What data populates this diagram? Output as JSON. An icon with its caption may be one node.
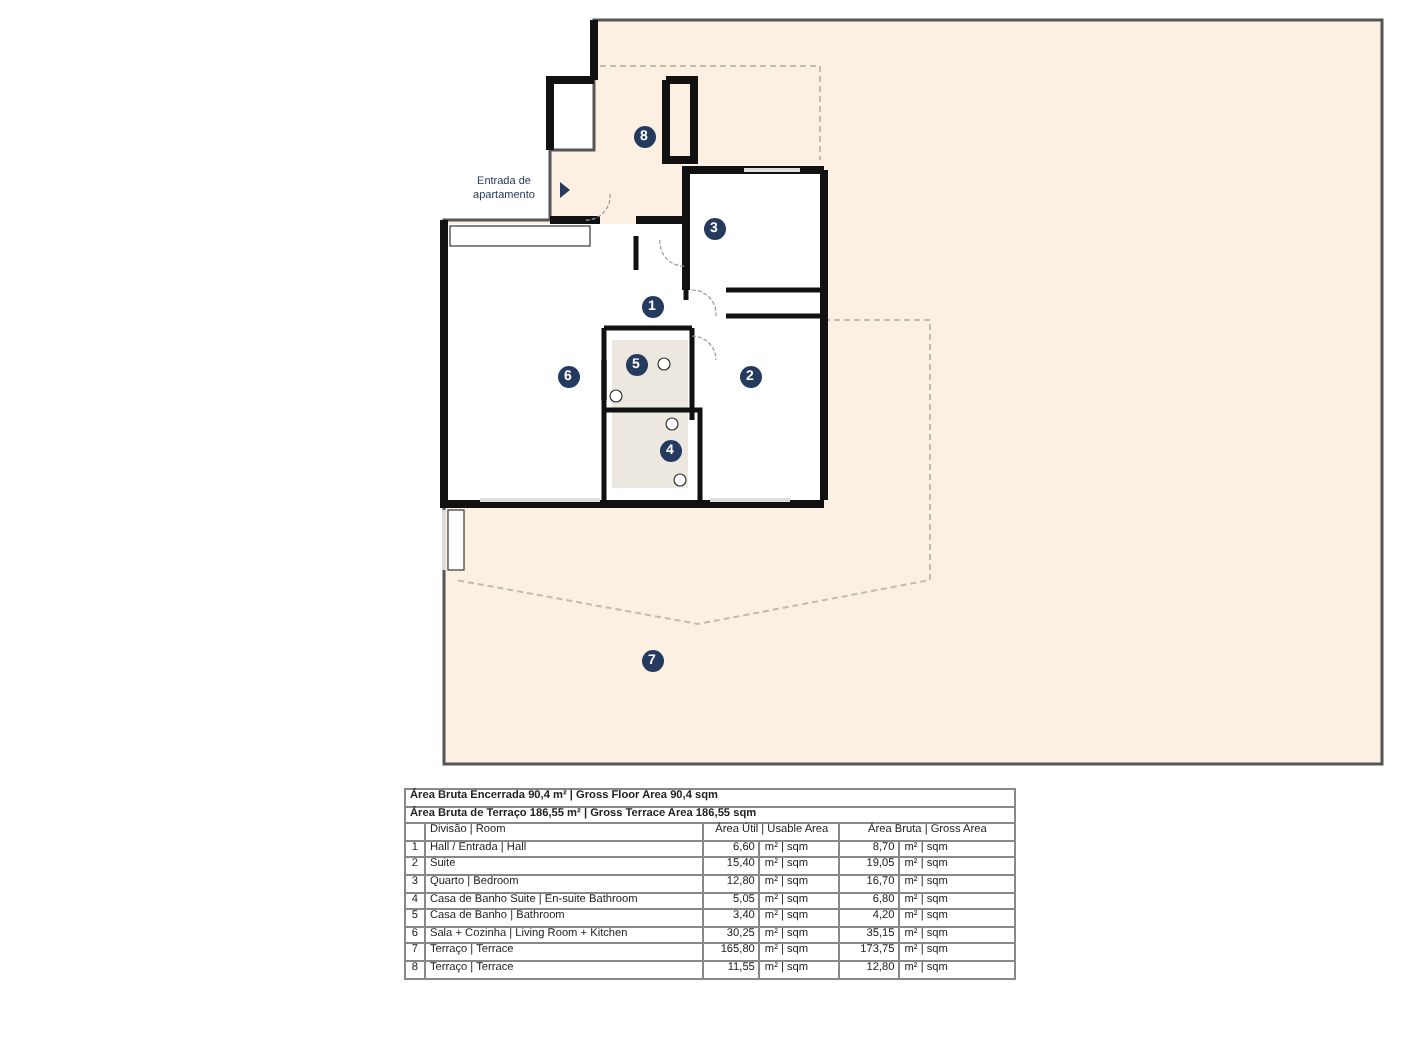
{
  "diagram": {
    "labels": [
      "Entrada de apartamento",
      "8",
      "3",
      "1",
      "6",
      "5",
      "2",
      "4",
      "7",
      "Área Bruta Encerrada 90,4  m² | Gross Floor Area 90,4 sqm",
      "Área Bruta de Terraço 186,55 m² | Gross Terrace Area 186,55 sqm",
      "Divisão | Room",
      "Área Útil | Usable Area",
      "Área Bruta | Gross Area",
      "1",
      "Hall / Entrada | Hall",
      "6,60",
      "m² | sqm",
      "8,70",
      "m² | sqm",
      "2",
      "Suite",
      "15,40",
      "m² | sqm",
      "19,05",
      "m² | sqm",
      "3",
      "Quarto | Bedroom",
      "12,80",
      "m² | sqm",
      "16,70",
      "m² | sqm",
      "4",
      "Casa de Banho Suite | En-suite Bathroom",
      "5,05",
      "m² | sqm",
      "6,80",
      "m² | sqm",
      "5",
      "Casa de Banho | Bathroom",
      "3,40",
      "m² | sqm",
      "4,20",
      "m² | sqm",
      "6",
      "Sala + Cozinha | Living Room + Kitchen",
      "30,25",
      "m² | sqm",
      "35,15",
      "m² | sqm",
      "7",
      "Terraço | Terrace",
      "165,80",
      "m² | sqm",
      "173,75",
      "m² | sqm",
      "8",
      "Terraço | Terrace",
      "11,55",
      "m² | sqm",
      "12,80",
      "m² | sqm"
    ]
  }
}
